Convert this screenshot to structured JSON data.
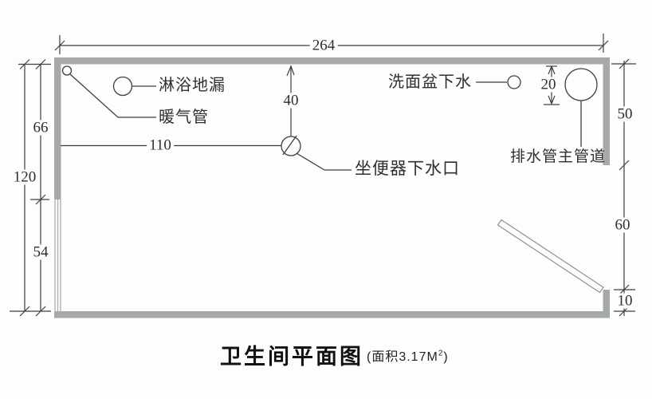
{
  "title": {
    "main": "卫生间平面图",
    "area": "(面积3.17M",
    "area_sup": "2",
    "area_close": ")"
  },
  "labels": {
    "shower_drain": "淋浴地漏",
    "heating_pipe": "暖气管",
    "washbasin_drain": "洗面盆下水",
    "toilet_drain": "坐便器下水口",
    "main_drain_pipe": "排水管主管道"
  },
  "dimensions": {
    "top_width": "264",
    "left_total": "120",
    "left_upper": "66",
    "left_lower": "54",
    "toilet_offset_top": "40",
    "toilet_offset_left": "110",
    "drain_offset_top": "20",
    "right_upper": "50",
    "right_door_opening": "60",
    "right_stub": "10"
  },
  "colors": {
    "wall_fill": "#a6aaa6",
    "line": "#3f3f3f",
    "door_stroke": "#8a8a8a"
  }
}
